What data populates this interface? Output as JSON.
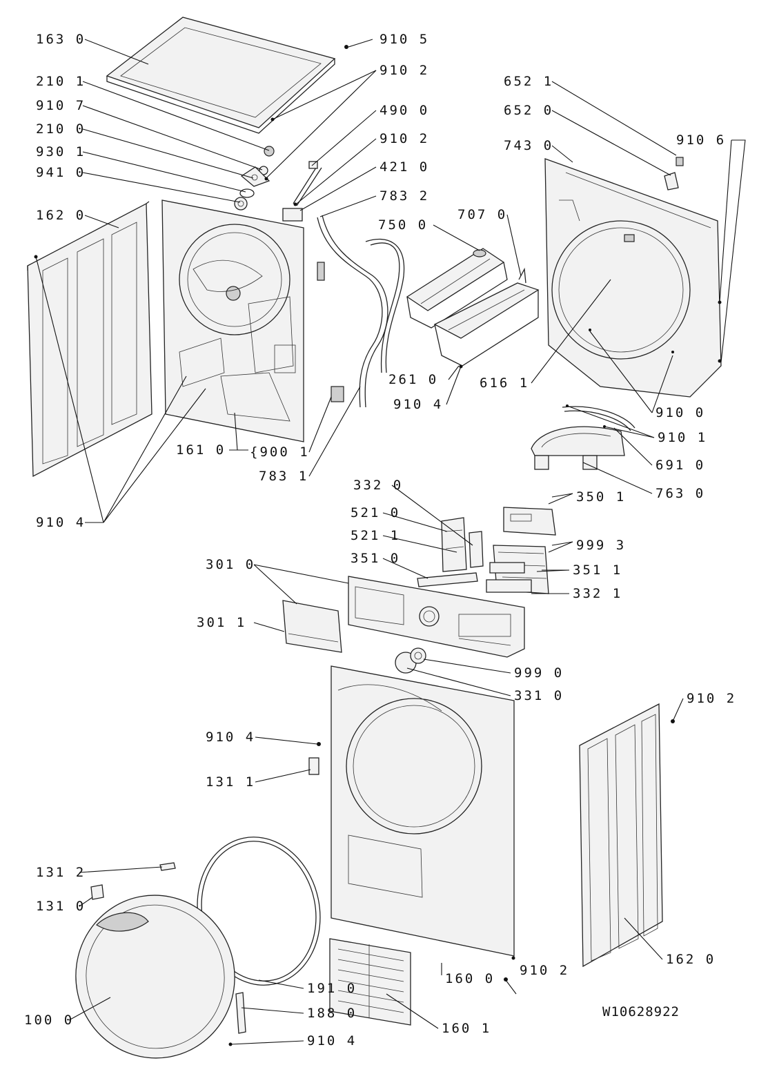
{
  "document_code": "W10628922",
  "labels": {
    "l163_0": "163 0",
    "l910_5": "910 5",
    "l910_2_top": "910 2",
    "l210_1": "210 1",
    "l910_7": "910 7",
    "l210_0": "210 0",
    "l930_1": "930 1",
    "l941_0": "941 0",
    "l490_0": "490 0",
    "l910_2_mid": "910 2",
    "l421_0": "421 0",
    "l783_2": "783 2",
    "l162_0_left": "162 0",
    "l652_1": "652 1",
    "l652_0": "652 0",
    "l743_0": "743 0",
    "l910_6": "910 6",
    "l707_0": "707 0",
    "l750_0": "750 0",
    "l261_0": "261 0",
    "l616_1": "616 1",
    "l910_4_mid": "910 4",
    "l910_0": "910 0",
    "l910_1": "910 1",
    "l691_0": "691 0",
    "l763_0": "763 0",
    "l161_0": "161 0",
    "l900_1": "{900 1",
    "l783_1": "783 1",
    "l910_4_left": "910 4",
    "l332_0": "332 0",
    "l350_1": "350 1",
    "l521_0": "521 0",
    "l521_1": "521 1",
    "l999_3": "999 3",
    "l351_0": "351 0",
    "l351_1": "351 1",
    "l301_0": "301 0",
    "l332_1": "332 1",
    "l301_1": "301 1",
    "l999_0": "999 0",
    "l331_0": "331 0",
    "l910_2_right": "910 2",
    "l910_4_front": "910 4",
    "l131_1": "131 1",
    "l131_2": "131 2",
    "l131_0": "131 0",
    "l191_0": "191 0",
    "l160_0": "160 0",
    "l910_2_bottom": "910 2",
    "l162_0_right": "162 0",
    "l188_0": "188 0",
    "l100_0": "100 0",
    "l160_1": "160 1",
    "l910_4_bottom": "910 4"
  }
}
